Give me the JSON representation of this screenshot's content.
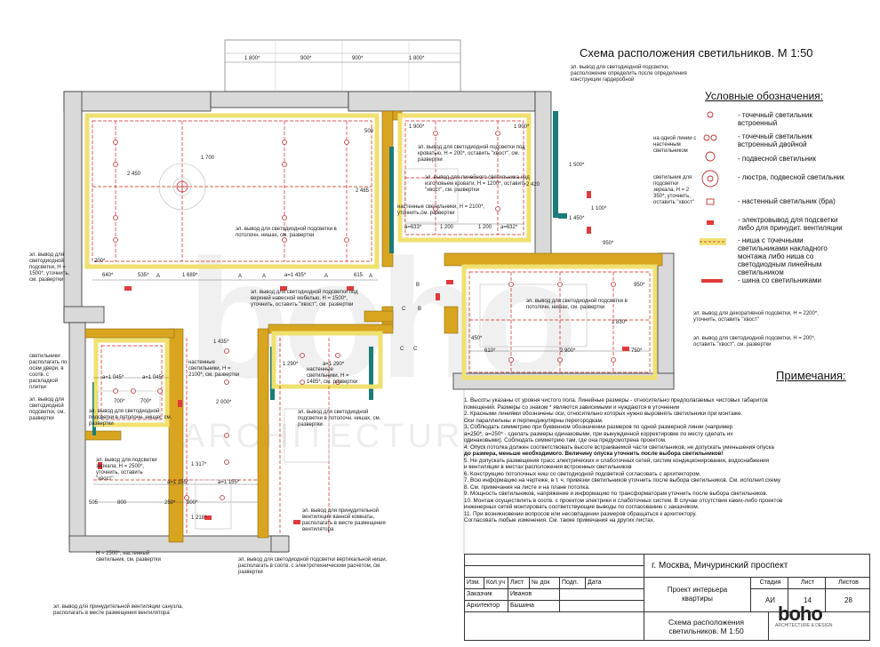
{
  "drawing": {
    "title": "Схема расположения светильников. М 1:50",
    "top_note": "эл. вывод для светодиодной подсветки, расположение определить после определения конструкции гардеробной",
    "dims_top": [
      "1 800*",
      "900*",
      "900*",
      "1 800*"
    ],
    "dims_misc": [
      "2 450",
      "1 700",
      "2 485",
      "500",
      "1 900*",
      "1 900*",
      "1 500*",
      "1 100*",
      "1 450*",
      "950*",
      "2 420",
      "1 200",
      "1 200",
      "а=633*",
      "а=632*",
      "535*",
      "1 689*",
      "а=1 435*",
      "615",
      "640*",
      "200*",
      "610*",
      "2 900*",
      "750*",
      "450*",
      "950*",
      "1 830*",
      "а=1 045*",
      "а=1 045*",
      "700*",
      "700*",
      "2 000*",
      "1 435*",
      "1 290*",
      "а=1 290*",
      "а=1 155*",
      "а=1 155*",
      "505",
      "800",
      "250*",
      "800*",
      "1 317*",
      "1 218*"
    ],
    "letters": [
      "A",
      "A",
      "A",
      "A",
      "A",
      "B",
      "C",
      "B",
      "C",
      "C"
    ],
    "annotations": [
      "эл. вывод для светодиодной подсветки под кроватью, Н = 200*, оставить \"хвост\", см. развертки",
      "эл. вывод для линейного светильника над изголовьем кровати, Н = 1200*, оставить \"хвост\", см. развертки",
      "настенные светильники, Н = 2100*, уточнить,см. развертки",
      "эл. вывод для светодиодной подсветки в потолочн. нишах, см. развертки",
      "эл. вывод для светодиодной подсветки под верхней навесной мебелью, Н = 1500*, уточнить, оставить \"хвост\", см. развертки",
      "эл. вывод для светодиодной подсветки, Н = 1500*, уточнить, см. развертки",
      "эл. вывод для светодиодной подсветки в потолочн. нишах, см. развертки",
      "светильники располагать по осям двери, в соотв. с раскладкой плитки",
      "эл. вывод для светодиодной подсветки, см. развертки",
      "эл. вывод для подсветки зеркала, Н = 2500*, уточнить, оставить \"хвост\"",
      "эл. вывод для светодиодной подсветки в потолочн. нишах, см. развертки",
      "настенные светильники, Н = 2100*, см. развертки",
      "настенные светильники, Н = 1485*, см. развертки",
      "эл. вывод для светодиодной подсветки в потолочн. нишах, см. развертки",
      "на одной линии с настенным светильником",
      "светильник для подсветки зеркала, Н = 2 350*, уточнить, оставить \"хвост\"",
      "эл. вывод для декоративной подсветки, Н = 2200*, уточнить, оставить \"хвост\"",
      "эл. вывод для светодиодной подсветки, Н = 200*, оставить \"хвост\", см. развертки",
      "эл. вывод для принудительной вентиляции ванной комнаты, располагать в месте размещения вентилятора",
      "эл. вывод для светодиодной подсветки вертикальной ниши, располагать в соотв. с электротехническим расчетом, см. развертки",
      "Н = 2500*, настенный светильник, см. развертки",
      "эл. вывод для принудительной вентиляции санузла, располагать в месте размещения вентилятора"
    ]
  },
  "legend": {
    "title": "Условные обозначения:",
    "items": [
      "- точечный светильник встроенный",
      "- точечный светильник встроенный двойной",
      "- подвесной светильник",
      "- люстра, подвесной светильник",
      "- настенный светильник (бра)",
      "- электровывод для подсветки либо для принудит. вентиляции",
      "- ниша с точечными светильниками накладного монтажа либо ниша со светодиодным линейным светильником",
      "- шина со светильниками"
    ]
  },
  "notes": {
    "title": "Примечания:",
    "lines": [
      "1. Высоты указаны от уровня чистого пола. Линейные размеры - относительно предполагаемых чистовых габаритов",
      "    помещений. Размеры со знаком * являются зависимыми и нуждаются в уточнении",
      "2. Красными линиями обозначены оси, относительно которых нужно выровнять светильники при монтаже.",
      "    Оси параллельны и перпендикулярны перегородкам.",
      "3. Соблюдать симметрию при буквенном обозначении размеров по одной размерной линии (например",
      "    а=250*, а=250* - сделать размеры одинаковыми, при вынужденной корректировке по месту сделать их",
      "    одинаковыми). Соблюдать симметрию там, где она предусмотрена проектом.",
      "4. Опуск потолка должен соответствовать высоте встраиваемой части светильников, не допускать уменьшения опуска",
      "    до размера, меньше необходимого. Величину опуска уточнить после выбора светильников!",
      "5. Не допускать размещения трасс электрических и слаботочных сетей, систем кондиционирования, водоснабжения",
      "    и вентиляции в местах расположения встроенных светильников",
      "6. Конструкцию потолочных ниш со светодиодной подсветкой согласовать с архитектором.",
      "7. Всю информацию на чертеже, в т. ч. привязки светильников уточнить после выбора светильников. См. исполнит.схему",
      "8. См. примечания на листе и на плане потолка.",
      "9. Мощность светильников, напряжение и информацию по трансформаторам уточнить после выбора светильников.",
      "10. Монтаж осуществлять в соотв. с проектом электрики и слаботочных систем. В случае отсутствия каких-либо проектов",
      "      инженерных сетей монтировать соответствующие выводы по согласованию с заказчиком.",
      "11. При возникновении вопросов или несовпадении размеров обращаться к архитектору.",
      "      Согласовать любые изменения. См. также примечания на других листах."
    ]
  },
  "stamp": {
    "headers": [
      "Изм.",
      "Кол.уч",
      "Лист",
      "№ док",
      "Подп.",
      "Дата"
    ],
    "role1": "Заказчик",
    "name1": "Иванов",
    "role2": "Архитектор",
    "name2": "Бышина",
    "address": "г. Москва, Мичуринский проспект",
    "project": "Проект интерьера квартиры",
    "stage_h": "Стадия",
    "sheet_h": "Лист",
    "sheets_h": "Листов",
    "stage": "АИ",
    "sheet": "14",
    "sheets": "28",
    "sheet_title": "Схема расположения светильников. М 1:50",
    "brand": "boho",
    "brand_sub": "ARCHITECTURE & DESIGN"
  },
  "watermark": {
    "big": "boho",
    "small": "ARCHITECTURE"
  }
}
